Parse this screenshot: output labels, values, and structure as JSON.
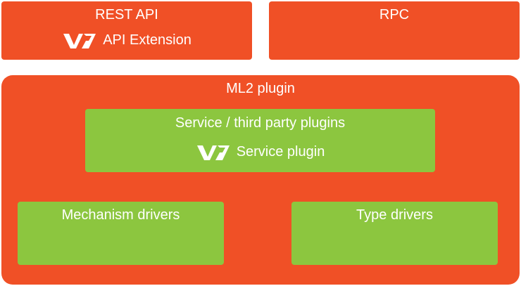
{
  "diagram": {
    "rest_api": {
      "title": "REST API",
      "extension_label": "API Extension",
      "logo_icon": "ovh-logo-icon"
    },
    "rpc": {
      "title": "RPC"
    },
    "ml2": {
      "title": "ML2 plugin",
      "service_box": {
        "title": "Service / third party plugins",
        "plugin_label": "Service plugin",
        "logo_icon": "ovh-logo-icon"
      },
      "mechanism_box": {
        "title": "Mechanism drivers"
      },
      "type_box": {
        "title": "Type drivers"
      }
    }
  },
  "colors": {
    "orange": "#f05026",
    "green": "#8cc63f",
    "text": "#ffffff"
  }
}
